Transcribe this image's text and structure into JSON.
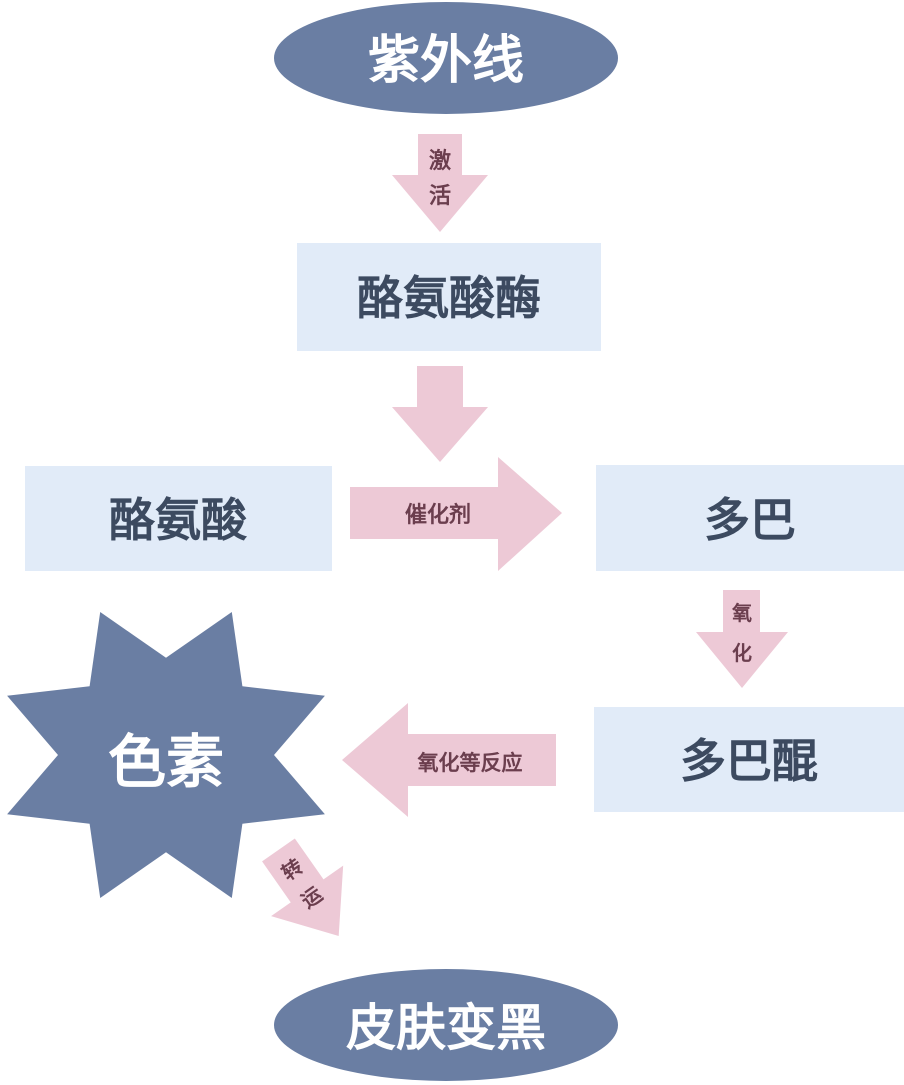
{
  "title": "紫外线导致皮肤变黑的机制",
  "colors": {
    "ellipse_fill": "#6a7ea3",
    "box_fill": "#e1ebf8",
    "arrow_fill": "#edc9d6",
    "node_text_dark": "#3c4a60",
    "node_text_light": "#ffffff",
    "arrow_text": "#6b3e4e"
  },
  "nodes": {
    "uv": "紫外线",
    "tyrosinase": "酪氨酸酶",
    "tyrosine": "酪氨酸",
    "dopa": "多巴",
    "dopaquinone": "多巴醌",
    "melanin": "色素",
    "skin_darkening": "皮肤变黑"
  },
  "arrows": {
    "activate": [
      "激",
      "活"
    ],
    "enzyme_down": "",
    "catalyst": "催化剂",
    "oxidize": [
      "氧",
      "化"
    ],
    "oxidation_reactions": "氧化等反应",
    "transport": [
      "转",
      "运"
    ]
  }
}
